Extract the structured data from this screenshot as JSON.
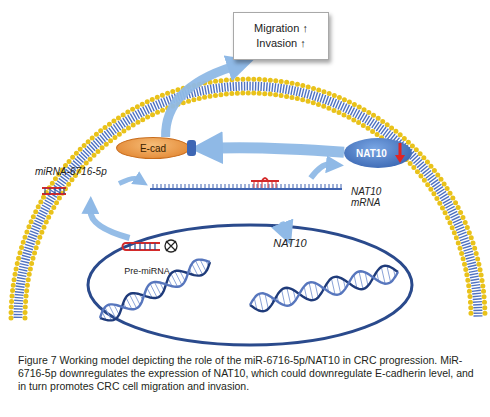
{
  "diagram": {
    "caption": "Figure 7 Working model depicting the role of the miR-6716-5p/NAT10 in CRC progression. MiR-6716-5p downregulates the expression of NAT10, which could downregulate E-cadherin level, and in turn promotes CRC cell migration and invasion.",
    "nodes": [
      {
        "text": [
          "Migration ↑ Invasion ↑"
        ]
      },
      {
        "text": [
          "E-cad"
        ]
      },
      {
        "text": [
          "NAT10"
        ]
      },
      {
        "text": [
          "miRNA-6716-5p"
        ]
      },
      {
        "text": [
          "NAT10 mRNA"
        ]
      },
      {
        "text": [
          "Pre-miRNA"
        ]
      },
      {
        "text": [
          "NAT10"
        ]
      }
    ],
    "edges": [
      {
        "from": 5,
        "to": 3,
        "arrow": "to"
      },
      {
        "from": 3,
        "to": 4,
        "arrow": "to"
      },
      {
        "from": 6,
        "to": 4,
        "arrow": "to"
      },
      {
        "from": 4,
        "to": 2,
        "arrow": "to"
      },
      {
        "from": 2,
        "to": 1,
        "arrow": "to"
      },
      {
        "from": 1,
        "to": 0,
        "arrow": "to"
      }
    ]
  }
}
